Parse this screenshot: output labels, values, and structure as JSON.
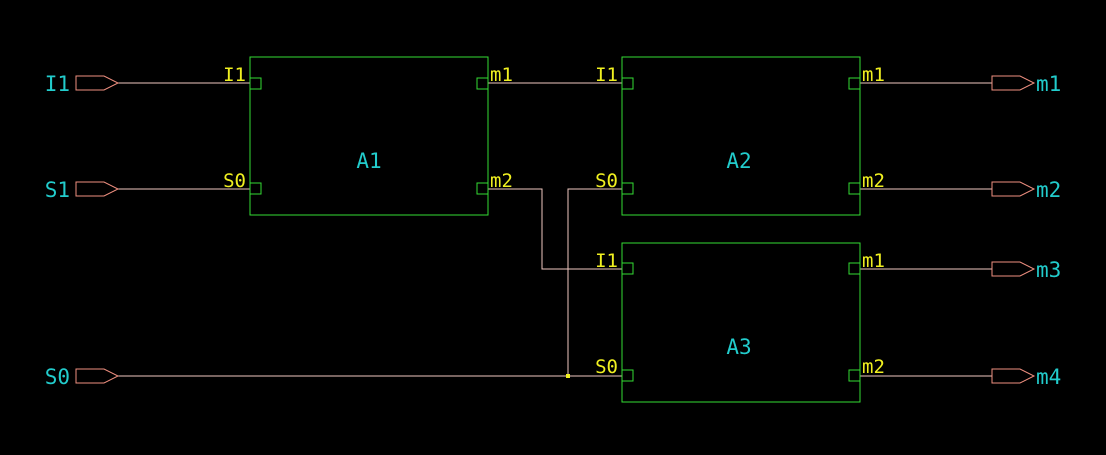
{
  "colors": {
    "background": "#000000",
    "block_border": "#33dd33",
    "wire": "#f0c8c0",
    "port_outline": "#f09080",
    "port_label": "#22cccc",
    "pin_label": "#f0f020",
    "block_label": "#22cccc",
    "junction": "#f0f020"
  },
  "inputs": [
    {
      "id": "I1",
      "label": "I1"
    },
    {
      "id": "S1",
      "label": "S1"
    },
    {
      "id": "S0",
      "label": "S0"
    }
  ],
  "outputs": [
    {
      "id": "m1",
      "label": "m1"
    },
    {
      "id": "m2",
      "label": "m2"
    },
    {
      "id": "m3",
      "label": "m3"
    },
    {
      "id": "m4",
      "label": "m4"
    }
  ],
  "blocks": [
    {
      "id": "A1",
      "label": "A1",
      "in_pins": [
        "I1",
        "S0"
      ],
      "out_pins": [
        "m1",
        "m2"
      ]
    },
    {
      "id": "A2",
      "label": "A2",
      "in_pins": [
        "I1",
        "S0"
      ],
      "out_pins": [
        "m1",
        "m2"
      ]
    },
    {
      "id": "A3",
      "label": "A3",
      "in_pins": [
        "I1",
        "S0"
      ],
      "out_pins": [
        "m1",
        "m2"
      ]
    }
  ]
}
